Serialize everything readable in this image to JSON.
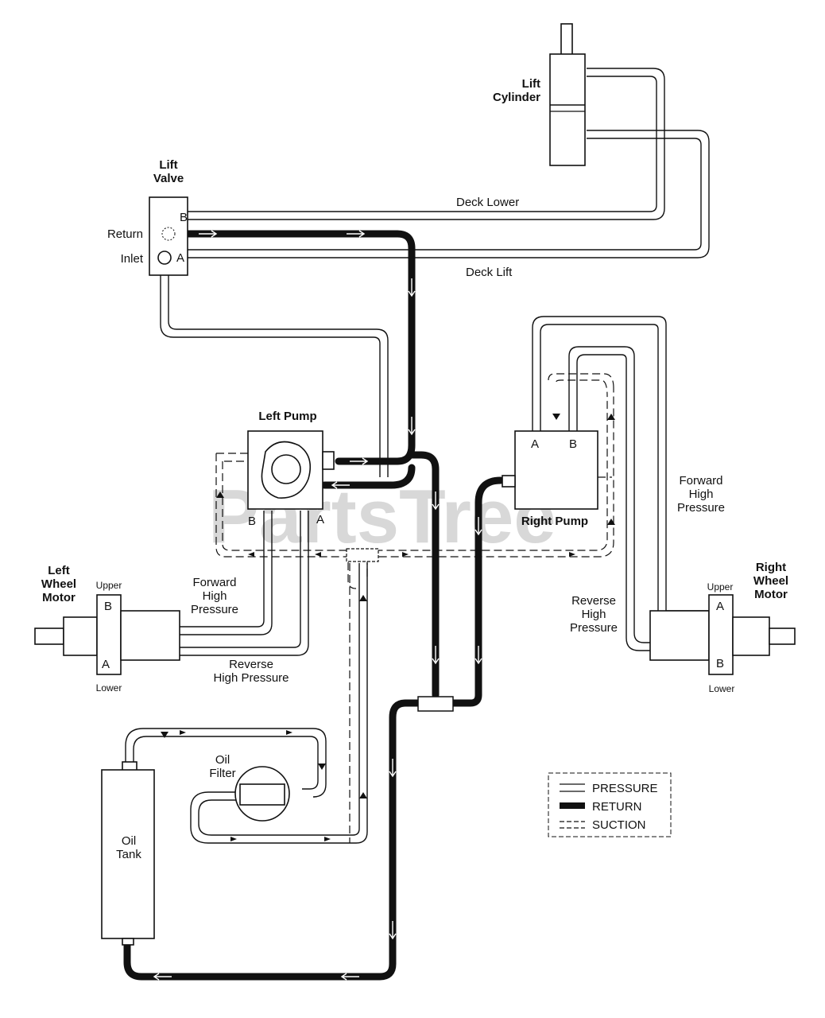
{
  "components": {
    "lift_cylinder": "Lift\nCylinder",
    "lift_valve": "Lift\nValve",
    "left_pump": "Left Pump",
    "right_pump": "Right Pump",
    "left_wheel_motor": "Left\nWheel\nMotor",
    "right_wheel_motor": "Right\nWheel\nMotor",
    "oil_filter": "Oil\nFilter",
    "oil_tank": "Oil\nTank"
  },
  "ports": {
    "lift_valve": {
      "b": "B",
      "a": "A",
      "return": "Return",
      "inlet": "Inlet"
    },
    "left_pump": {
      "b": "B",
      "a": "A"
    },
    "right_pump": {
      "a": "A",
      "b": "B"
    },
    "left_motor": {
      "upper": "Upper",
      "lower": "Lower",
      "b": "B",
      "a": "A"
    },
    "right_motor": {
      "upper": "Upper",
      "lower": "Lower",
      "a": "A",
      "b": "B"
    }
  },
  "lines": {
    "deck_lower": "Deck Lower",
    "deck_lift": "Deck Lift",
    "left_forward": "Forward\nHigh\nPressure",
    "left_reverse": "Reverse\nHigh Pressure",
    "right_forward": "Forward\nHigh\nPressure",
    "right_reverse": "Reverse\nHigh\nPressure"
  },
  "legend": {
    "pressure": "PRESSURE",
    "return": "RETURN",
    "suction": "SUCTION"
  },
  "watermark": "PartsTree",
  "colors": {
    "line": "#111111",
    "return_fill": "#111111",
    "watermark": "#d8d8d8"
  }
}
